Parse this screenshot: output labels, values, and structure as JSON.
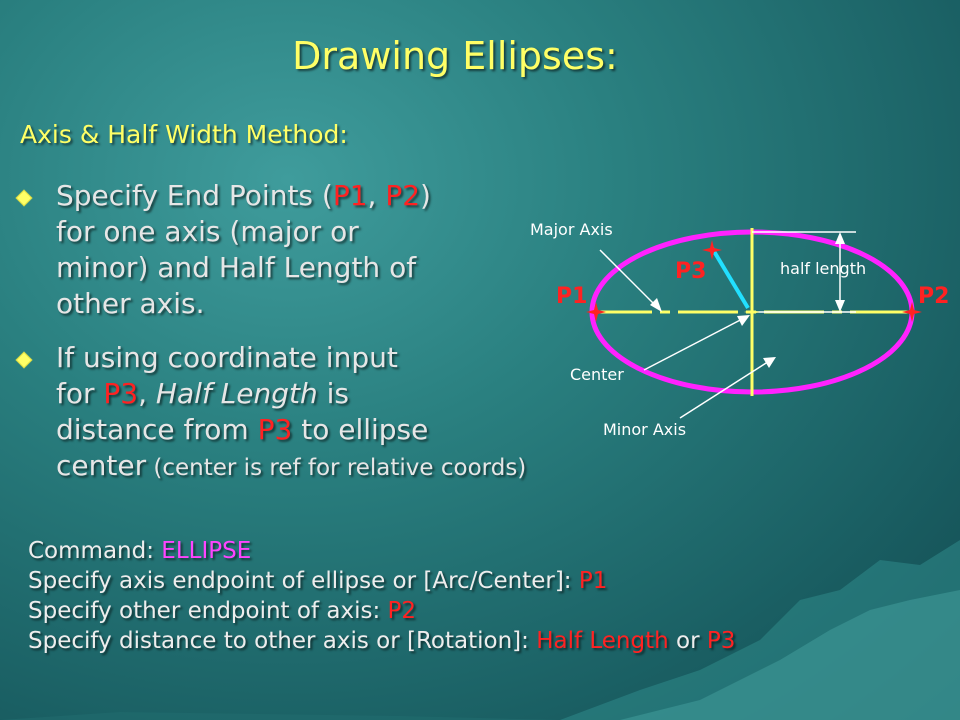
{
  "title": "Drawing Ellipses:",
  "subtitle": "Axis & Half Width Method:",
  "bullet1": {
    "line1a": "Specify End Points (",
    "p1": "P1",
    "comma": ", ",
    "p2": "P2",
    "line1b": ")",
    "line2": "for one axis (major or",
    "line3": "minor) and Half Length of",
    "line4": "other axis."
  },
  "bullet2": {
    "line1": "If using coordinate input",
    "line2a": "for ",
    "p3": "P3",
    "line2b": ", ",
    "half_length": "Half Length",
    "line2c": " is",
    "line3a": "distance from ",
    "p3b": "P3",
    "line3b": " to ellipse",
    "line4a": "center",
    "note": " (center is ref for relative coords)"
  },
  "diagram": {
    "major_axis": "Major Axis",
    "minor_axis": "Minor Axis",
    "center": "Center",
    "half_length": "half length",
    "p1": "P1",
    "p2": "P2",
    "p3": "P3"
  },
  "command": {
    "line1_prefix": "Command: ",
    "line1_cmd": "ELLIPSE",
    "line2_prefix": "Specify axis endpoint of ellipse or [Arc/Center]: ",
    "line2_val": "P1",
    "line3_prefix": "Specify other endpoint of axis: ",
    "line3_val": "P2",
    "line4_prefix": "Specify distance to other axis or [Rotation]: ",
    "line4_val1": "Half Length",
    "line4_mid": " or ",
    "line4_val2": "P3"
  },
  "colors": {
    "ellipse": "#ff22ff",
    "axis": "#ffff66",
    "point": "#ff2222",
    "radius": "#22e0ff"
  }
}
